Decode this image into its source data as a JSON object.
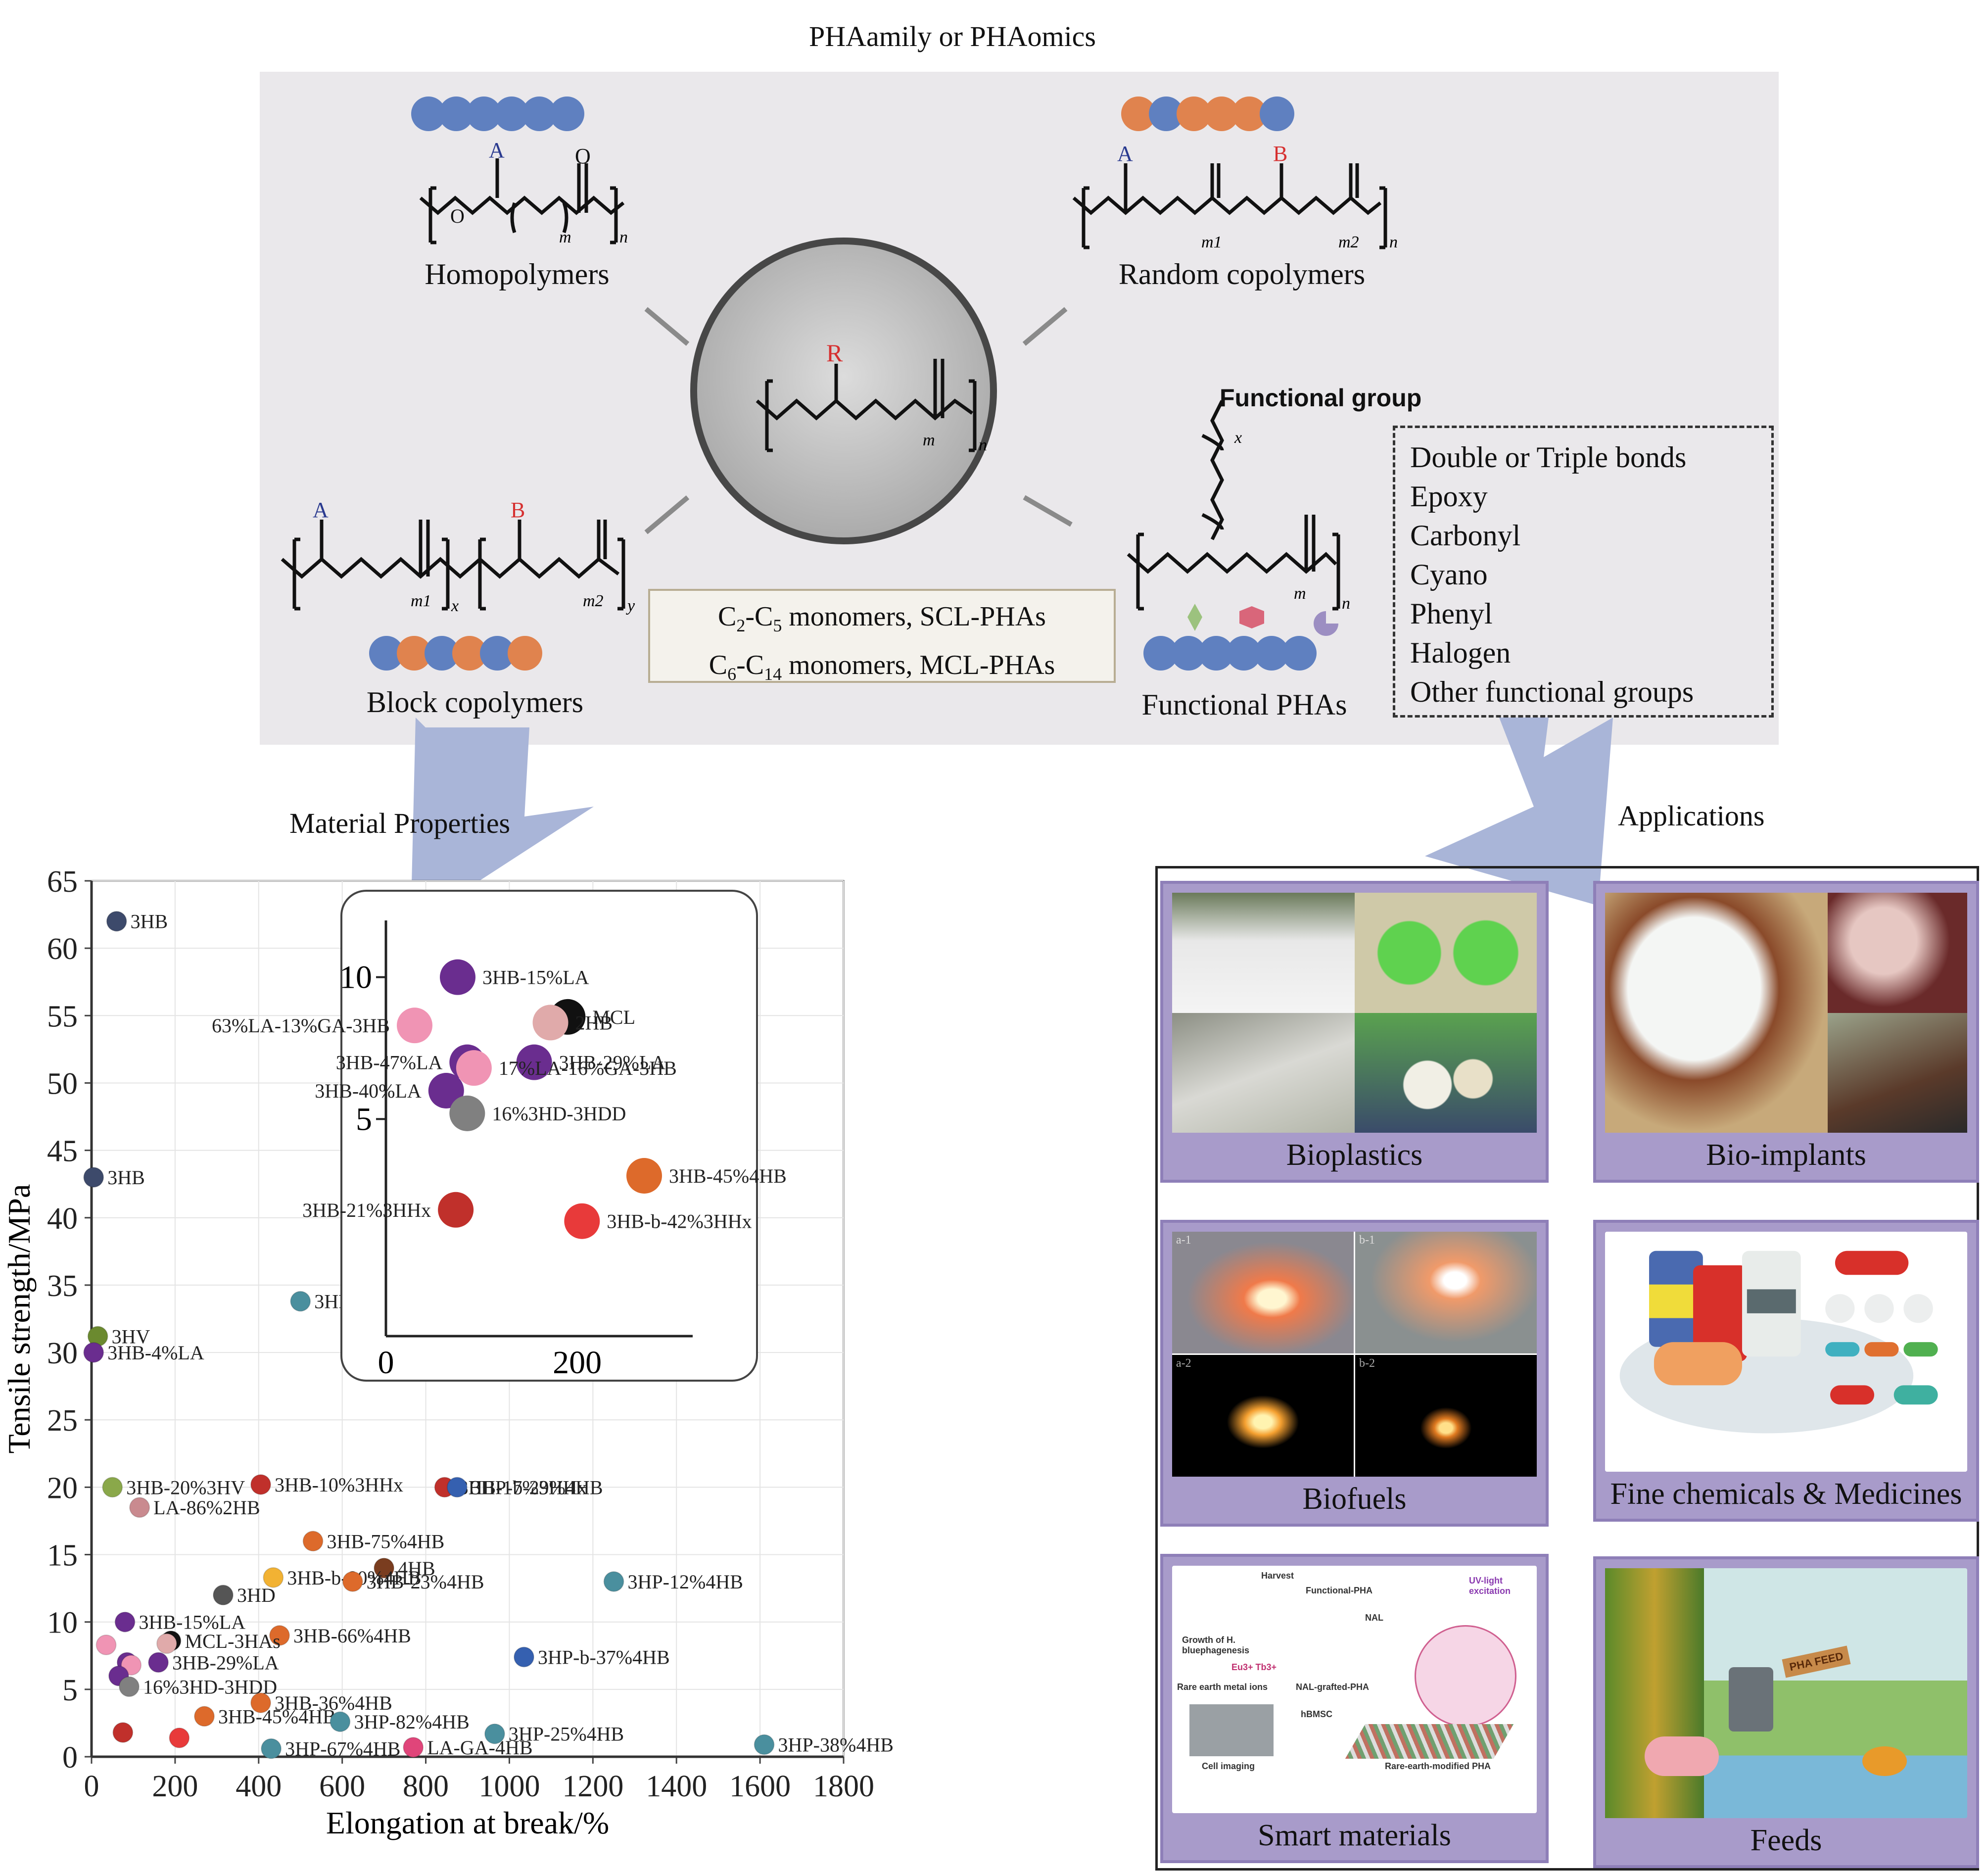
{
  "figure_title": "PHAamily or PHAomics",
  "polymer_types": {
    "homopolymers": {
      "label": "Homopolymers",
      "beads": [
        "b",
        "b",
        "b",
        "b",
        "b",
        "b"
      ],
      "side_group": "A"
    },
    "random_copolymers": {
      "label": "Random copolymers",
      "beads": [
        "o",
        "b",
        "o",
        "o",
        "o",
        "b"
      ],
      "side_groups": [
        "A",
        "B"
      ]
    },
    "block_copolymers": {
      "label": "Block copolymers",
      "beads": [
        "b",
        "o",
        "b",
        "o",
        "b",
        "o"
      ],
      "side_groups": [
        "A",
        "B"
      ]
    },
    "functional_phas": {
      "label": "Functional PHAs",
      "beads": [
        "b",
        "b",
        "b",
        "b",
        "b",
        "b"
      ],
      "functional_group_label": "Functional group"
    },
    "center": {
      "side_group": "R"
    }
  },
  "subscripts": {
    "m": "m",
    "n": "n",
    "m1": "m1",
    "m2": "m2",
    "x": "x",
    "y": "y"
  },
  "monomer_box": {
    "line1": {
      "c_start": "C",
      "sub_start": "2",
      "c_end": "-C",
      "sub_end": "5",
      "text": " monomers, SCL-PHAs"
    },
    "line2": {
      "c_start": "C",
      "sub_start": "6",
      "c_end": "-C",
      "sub_end": "14",
      "text": " monomers, MCL-PHAs"
    }
  },
  "functional_groups": [
    "Double or Triple bonds",
    "Epoxy",
    "Carbonyl",
    "Cyano",
    "Phenyl",
    "Halogen",
    "Other functional groups"
  ],
  "section_titles": {
    "material_properties": "Material Properties",
    "applications": "Applications"
  },
  "applications": [
    {
      "label": "Bioplastics"
    },
    {
      "label": "Bio-implants"
    },
    {
      "label": "Biofuels",
      "panel_tags": [
        "a-1",
        "b-1",
        "a-2",
        "b-2"
      ]
    },
    {
      "label": "Fine chemicals & Medicines"
    },
    {
      "label": "Smart materials",
      "diagram_text": [
        "Harvest",
        "Functional-PHA",
        "NAL",
        "UV-light excitation",
        "Growth of H. bluephagenesis",
        "Eu3+ Tb3+",
        "Rare earth metal ions",
        "NAL-grafted-PHA",
        "hBMSC",
        "Cell imaging",
        "Rare-earth-modified PHA"
      ]
    },
    {
      "label": "Feeds",
      "diagram_text": [
        "PHA FEED"
      ]
    }
  ],
  "chart_data": {
    "type": "scatter",
    "title": "",
    "xlabel": "Elongation at break/%",
    "ylabel": "Tensile strength/MPa",
    "xlim": [
      0,
      1800
    ],
    "ylim": [
      0,
      65
    ],
    "xticks": [
      0,
      200,
      400,
      600,
      800,
      1000,
      1200,
      1400,
      1600,
      1800
    ],
    "yticks": [
      0,
      5,
      10,
      15,
      20,
      25,
      30,
      35,
      40,
      45,
      50,
      55,
      60,
      65
    ],
    "grid": true,
    "points": [
      {
        "label": "3HB",
        "x": 60,
        "y": 62,
        "color": "#3d4a6b"
      },
      {
        "label": "3HB",
        "x": 5,
        "y": 43,
        "color": "#3d4a6b"
      },
      {
        "label": "3HP",
        "x": 500,
        "y": 33.8,
        "color": "#4a8f9e"
      },
      {
        "label": "3HV",
        "x": 15,
        "y": 31.2,
        "color": "#6b8a2f"
      },
      {
        "label": "3HB-4%LA",
        "x": 5,
        "y": 30,
        "color": "#6a2d8f"
      },
      {
        "label": "3HB-20%3HV",
        "x": 50,
        "y": 20,
        "color": "#8aa84a"
      },
      {
        "label": "3HB-10%3HHx",
        "x": 405,
        "y": 20.2,
        "color": "#c0302b"
      },
      {
        "label": "3HB-17%3HHx",
        "x": 845,
        "y": 20,
        "color": "#c0302b"
      },
      {
        "label": "3HP-b-29%4HB",
        "x": 875,
        "y": 20,
        "color": "#3560b0"
      },
      {
        "label": "LA-86%2HB",
        "x": 115,
        "y": 18.5,
        "color": "#c98a8f"
      },
      {
        "label": "3HB-75%4HB",
        "x": 530,
        "y": 16,
        "color": "#dd6a2b"
      },
      {
        "label": "4HB",
        "x": 700,
        "y": 14,
        "color": "#7a3d1f"
      },
      {
        "label": "3HB-b-80%4HB",
        "x": 435,
        "y": 13.3,
        "color": "#f2b233"
      },
      {
        "label": "3HB-23%4HB",
        "x": 625,
        "y": 13,
        "color": "#dd6a2b"
      },
      {
        "label": "3HP-12%4HB",
        "x": 1250,
        "y": 13,
        "color": "#4a8f9e"
      },
      {
        "label": "3HD",
        "x": 315,
        "y": 12,
        "color": "#555555"
      },
      {
        "label": "3HB-15%LA",
        "x": 80,
        "y": 10,
        "color": "#6a2d8f"
      },
      {
        "label": "3HB-66%4HB",
        "x": 450,
        "y": 9,
        "color": "#dd6a2b"
      },
      {
        "label": "MCL-3HAs",
        "x": 190,
        "y": 8.6,
        "color": "#111111"
      },
      {
        "label": "",
        "x": 180,
        "y": 8.4,
        "color": "#e0aaaa"
      },
      {
        "label": "",
        "x": 35,
        "y": 8.3,
        "color": "#f094b4"
      },
      {
        "label": "3HP-b-37%4HB",
        "x": 1035,
        "y": 7.4,
        "color": "#3560b0"
      },
      {
        "label": "3HB-29%LA",
        "x": 160,
        "y": 7,
        "color": "#6a2d8f"
      },
      {
        "label": "",
        "x": 85,
        "y": 7,
        "color": "#6a2d8f"
      },
      {
        "label": "",
        "x": 95,
        "y": 6.8,
        "color": "#f094b4"
      },
      {
        "label": "",
        "x": 65,
        "y": 6,
        "color": "#6a2d8f"
      },
      {
        "label": "16%3HD-3HDD",
        "x": 90,
        "y": 5.2,
        "color": "#808080"
      },
      {
        "label": "3HB-36%4HB",
        "x": 405,
        "y": 4,
        "color": "#dd6a2b"
      },
      {
        "label": "3HB-45%4HB",
        "x": 270,
        "y": 3,
        "color": "#dd6a2b"
      },
      {
        "label": "3HP-82%4HB",
        "x": 595,
        "y": 2.6,
        "color": "#4a8f9e"
      },
      {
        "label": "",
        "x": 75,
        "y": 1.8,
        "color": "#c0302b"
      },
      {
        "label": "",
        "x": 210,
        "y": 1.4,
        "color": "#e83a3a"
      },
      {
        "label": "3HP-25%4HB",
        "x": 965,
        "y": 1.7,
        "color": "#4a8f9e"
      },
      {
        "label": "LA-GA-4HB",
        "x": 770,
        "y": 0.7,
        "color": "#e0457a"
      },
      {
        "label": "3HP-67%4HB",
        "x": 430,
        "y": 0.6,
        "color": "#4a8f9e"
      },
      {
        "label": "3HP-38%4HB",
        "x": 1610,
        "y": 0.9,
        "color": "#4a8f9e"
      }
    ],
    "inset": {
      "xlim": [
        0,
        300
      ],
      "ylim": [
        -3,
        12
      ],
      "xticks": [
        0,
        200
      ],
      "yticks": [
        5,
        10
      ],
      "points": [
        {
          "label": "3HB-15%LA",
          "x": 75,
          "y": 10,
          "color": "#6a2d8f"
        },
        {
          "label": "63%LA-13%GA-3HB",
          "x": 30,
          "y": 8.3,
          "color": "#f094b4"
        },
        {
          "label": "MCL",
          "x": 190,
          "y": 8.6,
          "color": "#111111"
        },
        {
          "label": "2HB",
          "x": 172,
          "y": 8.4,
          "color": "#e0aaaa"
        },
        {
          "label": "3HB-29%LA",
          "x": 155,
          "y": 7,
          "color": "#6a2d8f"
        },
        {
          "label": "3HB-47%LA",
          "x": 85,
          "y": 7,
          "color": "#6a2d8f"
        },
        {
          "label": "17%LA-16%GA-3HB",
          "x": 92,
          "y": 6.8,
          "color": "#f094b4"
        },
        {
          "label": "3HB-40%LA",
          "x": 63,
          "y": 6,
          "color": "#6a2d8f"
        },
        {
          "label": "16%3HD-3HDD",
          "x": 85,
          "y": 5.2,
          "color": "#808080"
        },
        {
          "label": "3HB-45%4HB",
          "x": 270,
          "y": 3,
          "color": "#dd6a2b"
        },
        {
          "label": "3HB-21%3HHx",
          "x": 73,
          "y": 1.8,
          "color": "#c0302b"
        },
        {
          "label": "3HB-b-42%3HHx",
          "x": 205,
          "y": 1.4,
          "color": "#e83a3a"
        }
      ]
    }
  }
}
